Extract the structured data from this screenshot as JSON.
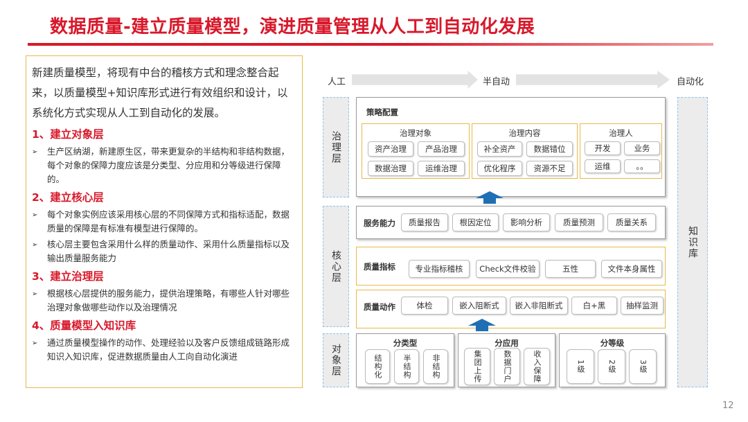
{
  "title": "数据质量-建立质量模型，演进质量管理从人工到自动化发展",
  "page_number": "12",
  "left": {
    "intro": "新建质量模型，将现有中台的稽核方式和理念整合起来，以质量模型+知识库形式进行有效组织和设计，以系统化方式实现从人工到自动化的发展。",
    "bullet_marker": "➢",
    "sections": [
      {
        "heading": "1、建立对象层",
        "bullets": [
          "生产区纳湖，新建原生区，带来更复杂的半结构和非结构数据，每个对象的保障力度应该是分类型、分应用和分等级进行保障的。"
        ]
      },
      {
        "heading": "2、建立核心层",
        "bullets": [
          "每个对象实例应该采用核心层的不同保障方式和指标适配，数据质量的保障是有标准有模型进行保障的。",
          "核心层主要包含采用什么样的质量动作、采用什么质量指标以及输出质量服务能力"
        ]
      },
      {
        "heading": "3、建立治理层",
        "bullets": [
          "根据核心层提供的服务能力，提供治理策略，有哪些人针对哪些治理对象做哪些动作以及治理情况"
        ]
      },
      {
        "heading": "4、质量模型入知识库",
        "bullets": [
          "通过质量模型操作的动作、处理经验以及客户反馈组成链路形成知识入知识库，促进数据质量由人工向自动化演进"
        ]
      }
    ]
  },
  "diagram": {
    "flow": {
      "start": "人工",
      "middle": "半自动",
      "end": "自动化"
    },
    "sides": {
      "governance": "治理层",
      "core": "核心层",
      "object": "对象层",
      "knowledge": "知识库"
    },
    "strategy": {
      "label": "策略配置",
      "groups": [
        {
          "title": "治理对象",
          "items": [
            "资产治理",
            "产品治理",
            "数据治理",
            "运维治理"
          ]
        },
        {
          "title": "治理内容",
          "items": [
            "补全资产",
            "数据错位",
            "优化程序",
            "资源不足"
          ]
        },
        {
          "title": "治理人",
          "items": [
            "开发",
            "业务",
            "运维",
            "。。"
          ]
        }
      ]
    },
    "service": {
      "label": "服务能力",
      "items": [
        "质量报告",
        "根因定位",
        "影响分析",
        "质量预测",
        "质量关系"
      ]
    },
    "metrics": {
      "label": "质量指标",
      "items": [
        "专业指标稽核",
        "Check文件校验",
        "五性",
        "文件本身属性"
      ]
    },
    "actions": {
      "label": "质量动作",
      "items": [
        "体检",
        "嵌入阻断式",
        "嵌入非阻断式",
        "白+黑",
        "抽样监测"
      ]
    },
    "objects": [
      {
        "title": "分类型",
        "items": [
          "结构化",
          "半结构",
          "非结构"
        ]
      },
      {
        "title": "分应用",
        "items": [
          "集团上传",
          "数据门户",
          "收入保障"
        ]
      },
      {
        "title": "分等级",
        "items": [
          "1级",
          "2级",
          "3级"
        ]
      }
    ],
    "colors": {
      "accent": "#d8182a",
      "gold": "#e8b84a",
      "arrow": "#1f6fb5",
      "side_border": "#8fc4ea"
    }
  }
}
